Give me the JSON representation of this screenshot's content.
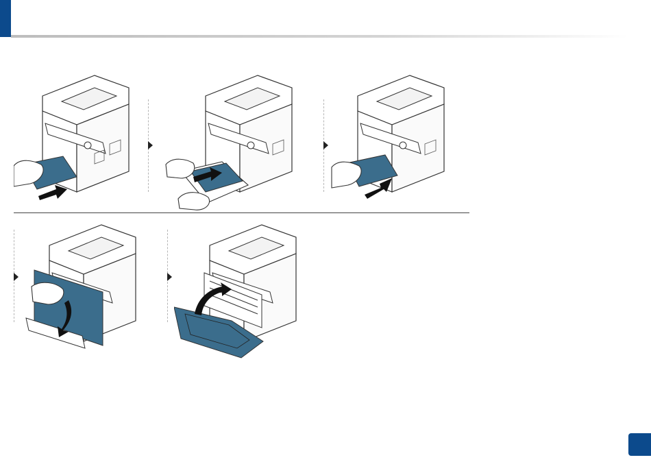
{
  "header": {
    "accent_color": "#0c4a8c",
    "rule_color": "#c8c8c8"
  },
  "steps": [
    {
      "name": "pull-out-tray",
      "icon": "printer-tray-out-icon"
    },
    {
      "name": "remove-jammed-paper",
      "icon": "printer-paper-remove-icon"
    },
    {
      "name": "insert-tray",
      "icon": "printer-tray-in-icon"
    },
    {
      "name": "open-front-door",
      "icon": "printer-front-door-icon"
    },
    {
      "name": "close-front-door",
      "icon": "printer-close-door-icon"
    }
  ],
  "colors": {
    "highlight": "#3b6d8c",
    "outline": "#333333"
  },
  "page_number": ""
}
